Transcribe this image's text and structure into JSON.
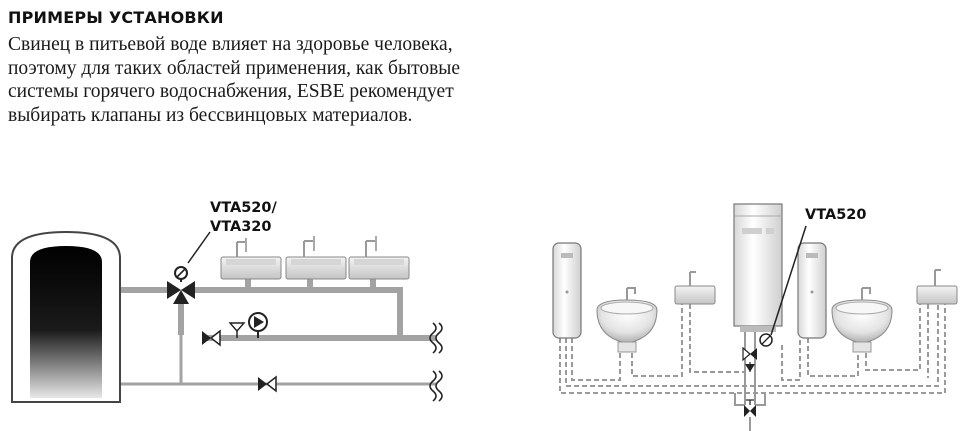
{
  "heading": "ПРИМЕРЫ УСТАНОВКИ",
  "paragraph_lines": [
    "Свинец в питьевой воде влияет на здоровье человека,",
    "поэтому для таких областей применения, как бытовые",
    "системы горячего водоснабжения, ESBE рекомендует",
    "выбирать клапаны из бессвинцовых материалов."
  ],
  "diagram_left": {
    "valve_label_line1": "VTA520/",
    "valve_label_line2": "VTA320"
  },
  "diagram_right": {
    "valve_label": "VTA520"
  },
  "colors": {
    "pipe_grey": "#a3a3a3",
    "dashed_pipe": "#9a9a9a",
    "text": "#111111"
  }
}
